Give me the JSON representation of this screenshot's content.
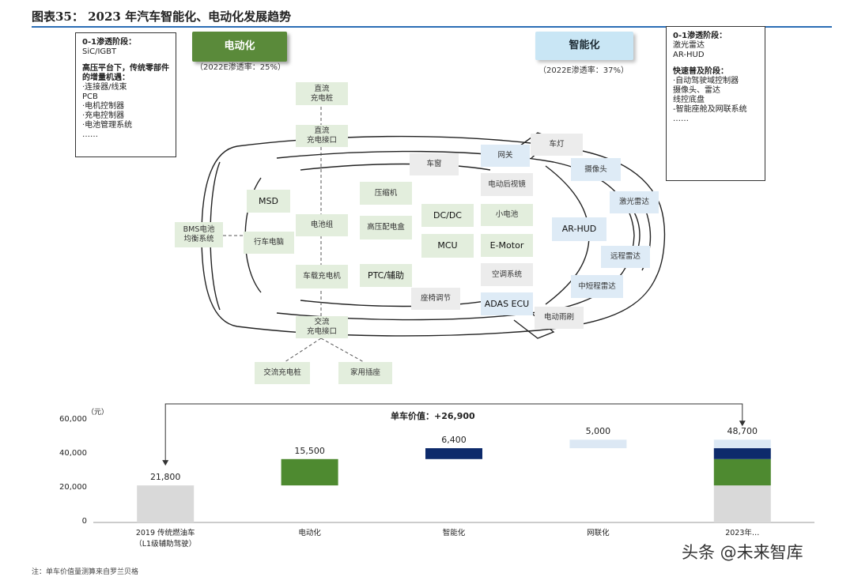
{
  "title": "图表35：  2023 年汽车智能化、电动化发展趋势",
  "left_box": {
    "h1": "0-1渗透阶段：",
    "l1": "SiC/IGBT",
    "h2": "高压平台下，传统零部件的增量机遇：",
    "items": [
      "·连接器/线束",
      "PCB",
      "·电机控制器",
      "·充电控制器",
      "·电池管理系统",
      "……"
    ]
  },
  "right_box": {
    "h1": "0-1渗透阶段：",
    "l1": "激光雷达",
    "l2": "AR-HUD",
    "h2": "快速普及阶段：",
    "items": [
      "·自动驾驶域控制器",
      "摄像头、雷达",
      "线控底盘",
      "-智能座舱及网联系统",
      "……"
    ]
  },
  "categories": {
    "electrification": "电动化",
    "electrification_rate": "（2022E渗透率：25%）",
    "intelligence": "智能化",
    "intelligence_rate": "（2022E渗透率：37%）"
  },
  "components": {
    "dc_pile": "直流\n充电桩",
    "dc_port": "直流\n充电接口",
    "msd": "MSD",
    "bms": "BMS电池\n均衡系统",
    "vcu": "行车电脑",
    "battery": "电池组",
    "obc": "车载充电机",
    "ac_port": "交流\n充电接口",
    "ac_pile": "交流充电桩",
    "home_socket": "家用插座",
    "compressor": "压缩机",
    "hv_box": "高压配电盒",
    "ptc": "PTC/辅助",
    "seat": "座椅调节",
    "sunroof": "车窗",
    "dcdc": "DC/DC",
    "mcu": "MCU",
    "gateway": "网关",
    "mirror": "电动后视镜",
    "small_battery": "小电池",
    "emotor": "E-Motor",
    "ac_system": "空调系统",
    "adas_ecu": "ADAS ECU",
    "wiper": "电动雨刷",
    "lamp": "车灯",
    "camera": "摄像头",
    "lidar": "激光雷达",
    "arhud": "AR-HUD",
    "lr_radar": "远程雷达",
    "mr_radar": "中短程雷达"
  },
  "chart_data": {
    "type": "bar",
    "subtype": "waterfall",
    "unit_label": "（元）",
    "ylim": [
      0,
      60000
    ],
    "yticks": [
      "60,000",
      "40,000",
      "20,000",
      "0"
    ],
    "ytick_values": [
      60000,
      40000,
      20000,
      0
    ],
    "categories": [
      "2019 传统燃油车\n（L1级辅助驾驶）",
      "电动化",
      "智能化",
      "网联化",
      "2023年…"
    ],
    "values": [
      21800,
      15500,
      6400,
      5000,
      48700
    ],
    "value_labels": [
      "21,800",
      "15,500",
      "6,400",
      "5,000",
      "48,700"
    ],
    "summary_label": "单车价值：+26,900",
    "colors": {
      "base": "#d9d9d9",
      "electrification": "#4e8a30",
      "intelligence": "#0d2a6b",
      "connectivity": "#dce8f4"
    }
  },
  "watermark": "头条 @未来智库",
  "note": "注：单车价值量测算来自罗兰贝格"
}
